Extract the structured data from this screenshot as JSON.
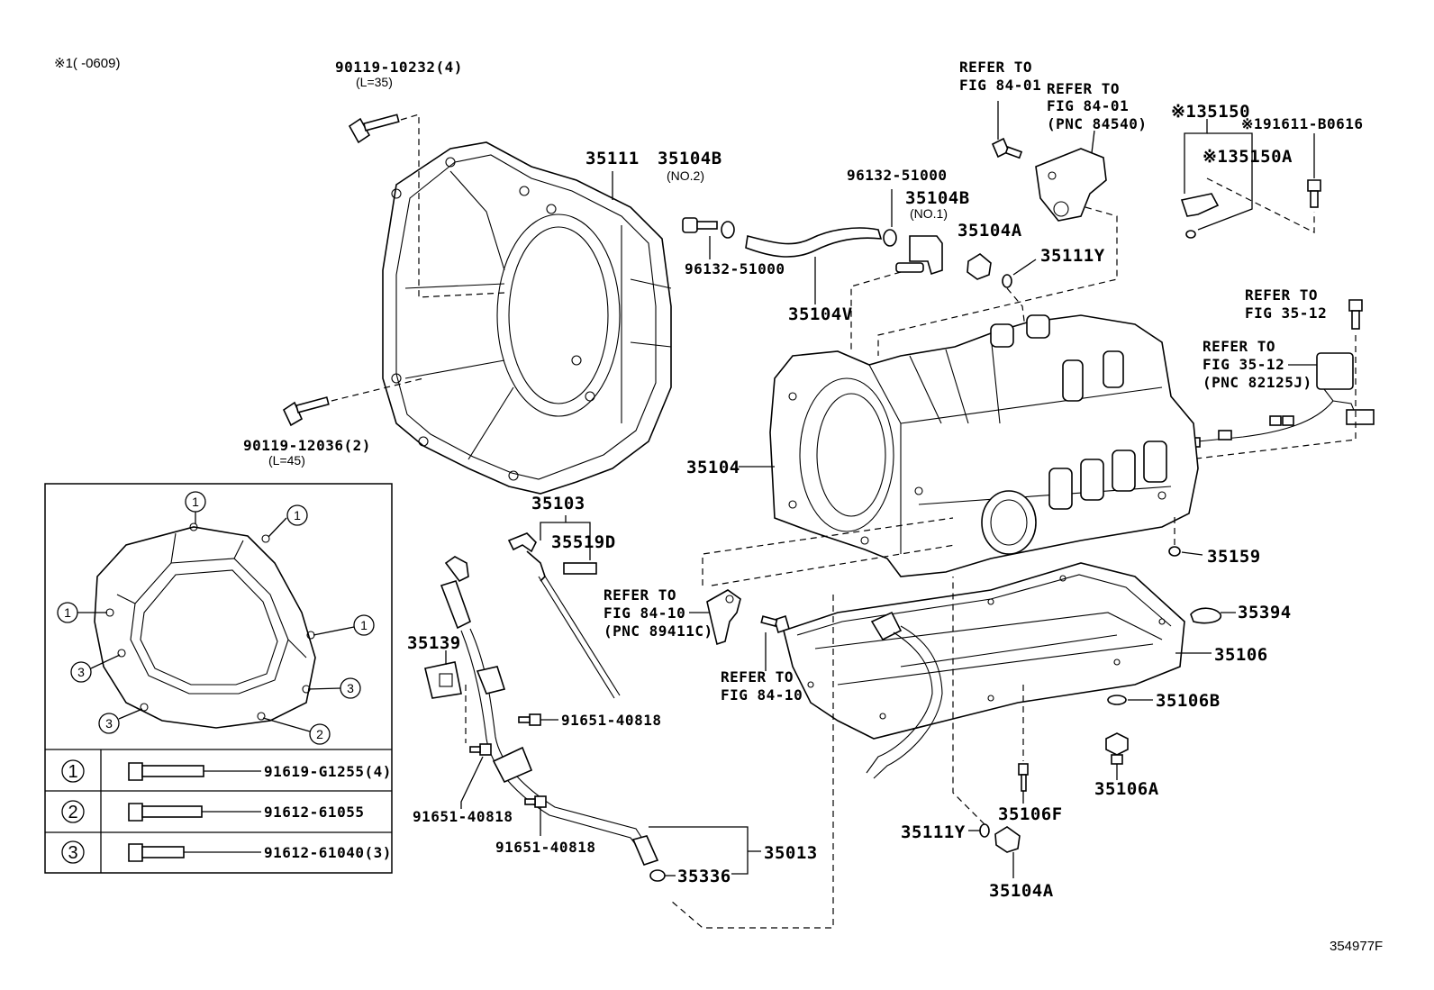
{
  "note": "※1(      -0609)",
  "drawing_id": "354977F",
  "labels": {
    "bolt_top": "90119-10232(4)",
    "bolt_top_len": "(L=35)",
    "bolt_mid": "90119-12036(2)",
    "bolt_mid_len": "(L=45)",
    "p35111": "35111",
    "p35104B_no2": "35104B",
    "no2": "(NO.2)",
    "p96132_a": "96132-51000",
    "p96132_b": "96132-51000",
    "p35104B_no1": "35104B",
    "no1": "(NO.1)",
    "p35104V": "35104V",
    "p35104A_top": "35104A",
    "p35111Y_top": "35111Y",
    "refer_8401_a_1": "REFER TO",
    "refer_8401_a_2": "FIG 84-01",
    "refer_8401_b_1": "REFER TO",
    "refer_8401_b_2": "FIG 84-01",
    "refer_8401_b_3": "(PNC 84540)",
    "p35150": "※135150",
    "p91611": "※191611-B0616",
    "p35150A": "※135150A",
    "refer_3512_a_1": "REFER TO",
    "refer_3512_a_2": "FIG 35-12",
    "refer_3512_b_1": "REFER TO",
    "refer_3512_b_2": "FIG 35-12",
    "refer_3512_b_3": "(PNC 82125J)",
    "p35104": "35104",
    "p35103": "35103",
    "p35519D": "35519D",
    "p35159": "35159",
    "refer_8410_a_1": "REFER TO",
    "refer_8410_a_2": "FIG 84-10",
    "refer_8410_a_3": "(PNC 89411C)",
    "refer_8410_b_1": "REFER TO",
    "refer_8410_b_2": "FIG 84-10",
    "p35394": "35394",
    "p35106": "35106",
    "p35139": "35139",
    "p91651_a": "91651-40818",
    "p35106B": "35106B",
    "p35106A": "35106A",
    "p35106F": "35106F",
    "p91651_b": "91651-40818",
    "p91651_c": "91651-40818",
    "p35013": "35013",
    "p35336": "35336",
    "p35111Y_bot": "35111Y",
    "p35104A_bot": "35104A"
  },
  "inset": {
    "markers": [
      "1",
      "1",
      "1",
      "1",
      "3",
      "3",
      "3",
      "2"
    ]
  },
  "bolt_table": [
    {
      "key": "1",
      "part": "91619-G1255(4)"
    },
    {
      "key": "2",
      "part": "91612-61055"
    },
    {
      "key": "3",
      "part": "91612-61040(3)"
    }
  ]
}
